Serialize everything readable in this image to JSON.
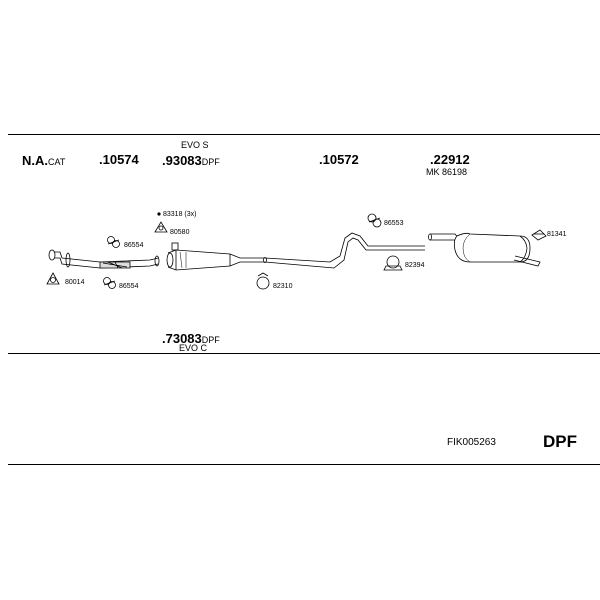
{
  "header": {
    "variant_top": "EVO S",
    "variant_bottom": "EVO C"
  },
  "parts": {
    "na_cat_prefix": "N.A.",
    "na_cat_suffix": "CAT",
    "p10574": ".10574",
    "p93083": ".93083",
    "p93083_suffix": "DPF",
    "p10572": ".10572",
    "p22912": ".22912",
    "mk": "MK  86198",
    "p73083": ".73083",
    "p73083_suffix": "DPF"
  },
  "accessories": {
    "a83318": "83318 (3x)",
    "a80580": "80580",
    "a86554_top": "86554",
    "a86554_bottom": "86554",
    "a80014": "80014",
    "a82310": "82310",
    "a86553": "86553",
    "a82394": "82394",
    "a81341": "81341"
  },
  "footer": {
    "article_code": "FIK005263",
    "type_label": "DPF"
  }
}
